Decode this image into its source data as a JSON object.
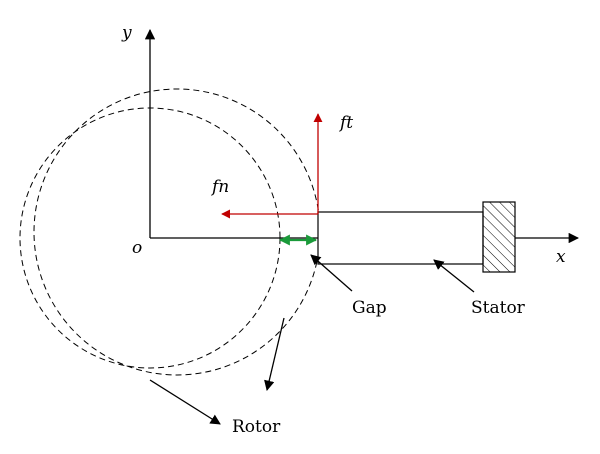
{
  "labels": {
    "y_axis": "y",
    "x_axis": "x",
    "origin": "o",
    "ft": "ft",
    "fn": "fn",
    "gap": "Gap",
    "stator": "Stator",
    "rotor": "Rotor"
  },
  "colors": {
    "force_arrow": "#c00000",
    "gap_arrow": "#1a9a3a",
    "line": "#000000"
  }
}
